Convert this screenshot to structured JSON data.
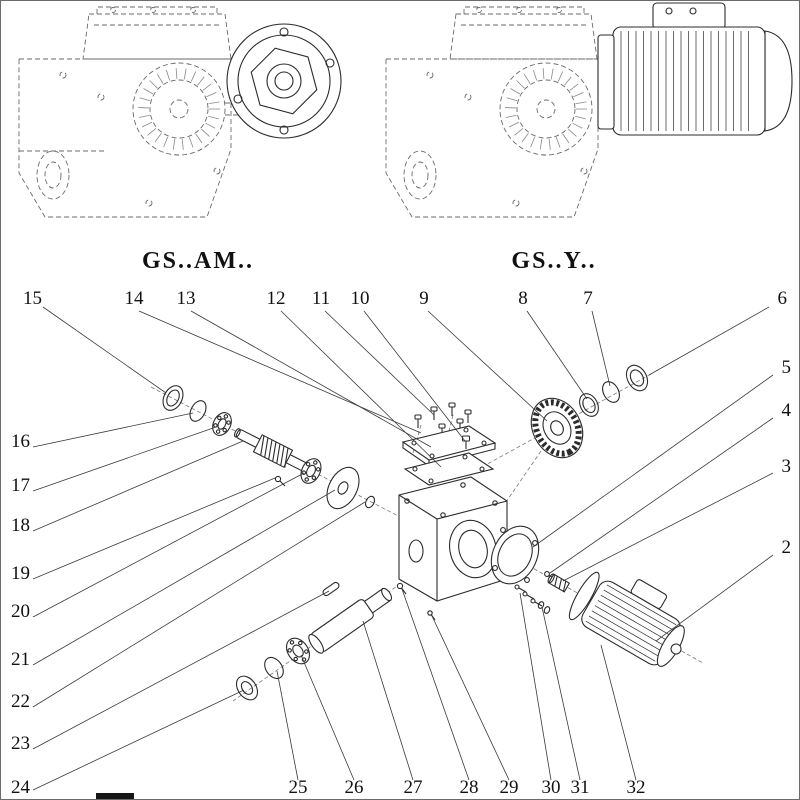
{
  "diagram": {
    "type": "exploded-parts-diagram",
    "line_color": "#2b2b2b",
    "dashed_color": "#6a6a6a",
    "background": "#ffffff"
  },
  "views": {
    "left": {
      "title": "GS..AM.."
    },
    "right": {
      "title": "GS..Y.."
    }
  },
  "callouts": [
    "2",
    "3",
    "4",
    "5",
    "6",
    "7",
    "8",
    "9",
    "10",
    "11",
    "12",
    "13",
    "14",
    "15",
    "16",
    "17",
    "18",
    "19",
    "20",
    "21",
    "22",
    "23",
    "24",
    "25",
    "26",
    "27",
    "28",
    "29",
    "30",
    "31",
    "32"
  ]
}
